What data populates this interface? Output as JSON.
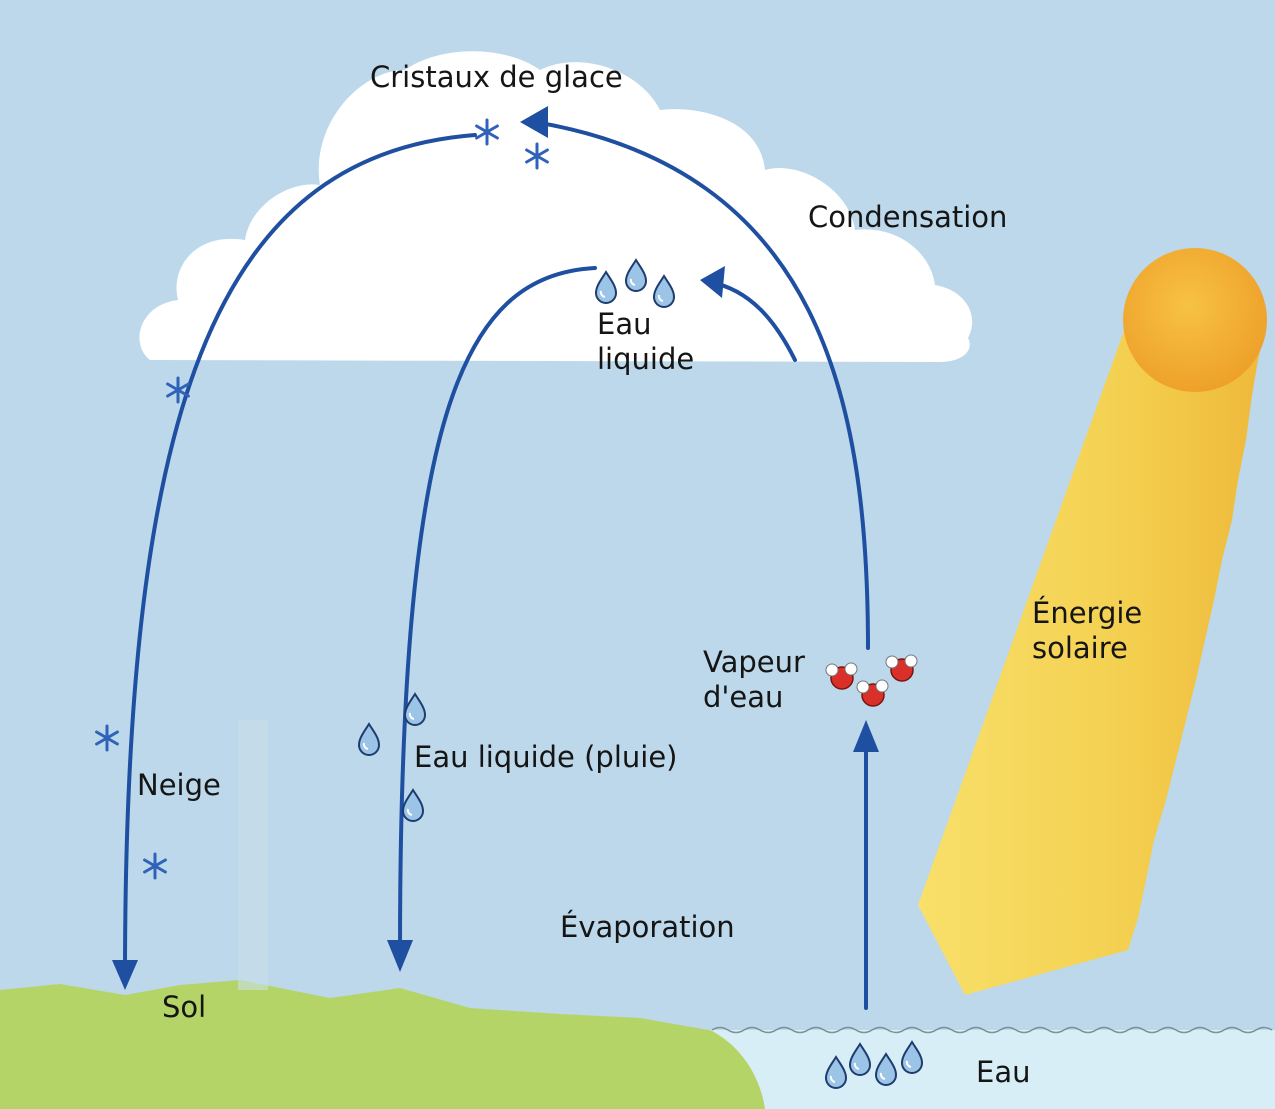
{
  "labels": {
    "ice_crystals": "Cristaux de glace",
    "condensation": "Condensation",
    "cloud_water": "Eau\nliquide",
    "solar_energy": "Énergie\nsolaire",
    "water_vapor": "Vapeur\nd'eau",
    "rain": "Eau liquide (pluie)",
    "snow": "Neige",
    "evaporation": "Évaporation",
    "ground": "Sol",
    "water": "Eau"
  },
  "colors": {
    "sky": "#bcd8ea",
    "cloud": "#ffffff",
    "arrow": "#1f4fa0",
    "ground": "#b5d467",
    "water": "#d8eef7",
    "sun": "#f6b733",
    "sunbeam": "#f4d45a",
    "droplet": "#9cc4e6",
    "vapor_molecule": "#d9302a"
  }
}
